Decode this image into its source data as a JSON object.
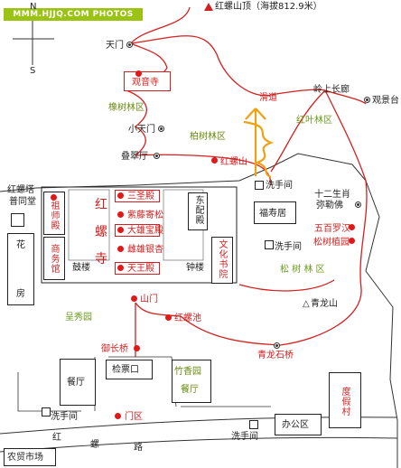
{
  "watermark": "MMM.HJJQ.COM PHOTOS",
  "compass": {
    "north": "N",
    "south": "S"
  },
  "summit": "红螺山顶（海拔812.9米）",
  "labels": {
    "tianmen": "天门",
    "guanyinsi": "观音寺",
    "xiangshu": "橡树林区",
    "xiaotianmen": "小天门",
    "baishu": "柏树林区",
    "diecuiting": "叠翠厅",
    "hongluoshan": "红螺山",
    "huadao": "滑道",
    "lingshang": "岭上长廊",
    "guanjingtai": "观景台",
    "hongye": "红叶林区",
    "xishoujian1": "洗手间",
    "shier": "十二生肖",
    "mile": "弥勒佛",
    "fushouju": "福寿居",
    "wubai": "五百罗汉",
    "songshuzhi": "松树植园",
    "xishoujian2": "洗手间",
    "songshu": "松 树 林 区",
    "qinglongshan": "青龙山",
    "hongluota": "红螺塔",
    "putongtang": "普同堂",
    "hua": "花",
    "fang": "房",
    "zushidian": "祖师殿",
    "shangwuguan": "商务馆",
    "hongluo_h": "红",
    "hongluo_l": "螺",
    "hongluo_s": "寺",
    "sansheng": "三圣殿",
    "zitenbg": "紫藤寄松",
    "daxiong": "大雄宝殿",
    "cixiong": "雌雄银杏",
    "tianwang": "天王殿",
    "dongpei": "东配殿",
    "gulou": "鼓楼",
    "zhonglou": "钟楼",
    "wenhua": "文化书院",
    "shanmen": "山门",
    "hongluochi": "红螺池",
    "chengxiu": "呈秀园",
    "yuchangqiao": "御长桥",
    "qinglongshiqiao": "青龙石桥",
    "jianpiaokou": "检票口",
    "canting1": "餐厅",
    "zhuxiang": "竹香园",
    "canting2": "餐厅",
    "dujiacun": "度假村",
    "xishoujian3": "洗手间",
    "menqu": "门区",
    "bangong": "办公区",
    "xishoujian4": "洗手间",
    "nongmao": "农贸市场",
    "road1": "红",
    "road2": "螺",
    "road3": "路"
  },
  "colors": {
    "route": "#d42020",
    "slide": "#f0a010",
    "greenText": "#6a9a1a",
    "watermarkBg": "#9ac313"
  }
}
